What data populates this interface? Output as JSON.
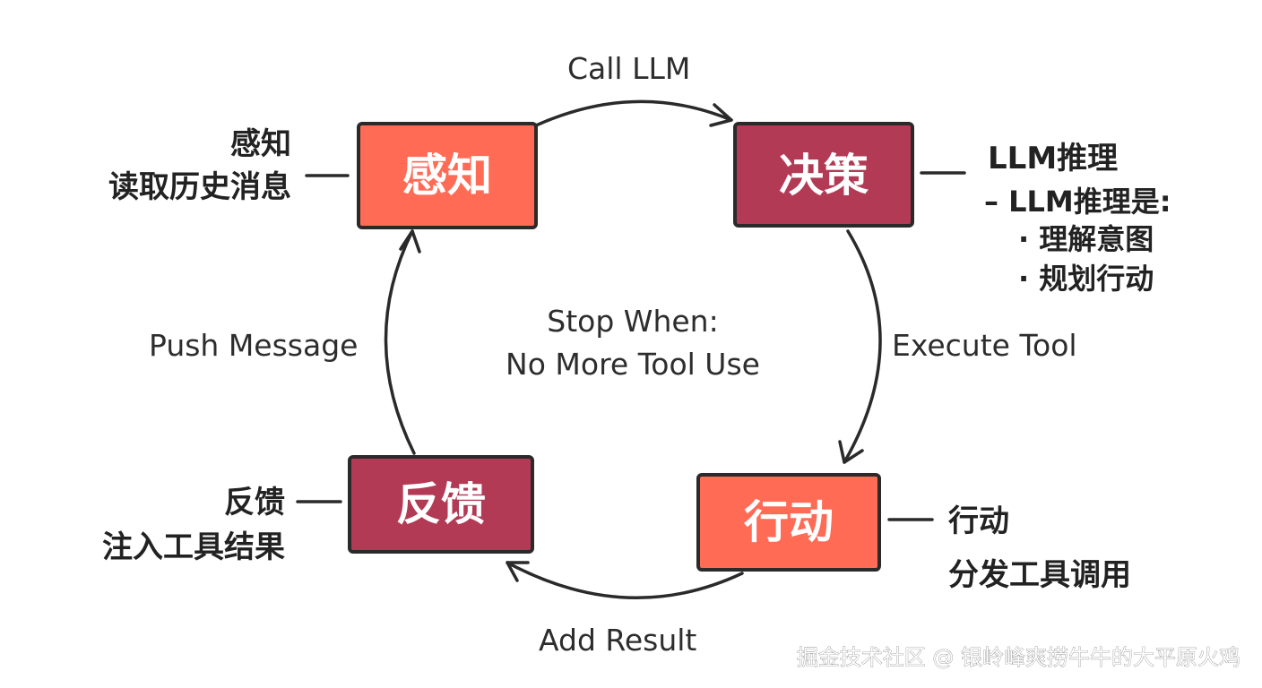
{
  "nodes": {
    "perceive": {
      "label": "感知",
      "color": "#ff6b55"
    },
    "decide": {
      "label": "决策",
      "color": "#b33a55"
    },
    "act": {
      "label": "行动",
      "color": "#ff6b55"
    },
    "feedback": {
      "label": "反馈",
      "color": "#b33a55"
    }
  },
  "edges": {
    "call_llm": "Call LLM",
    "execute_tool": "Execute Tool",
    "add_result": "Add Result",
    "push_message": "Push Message"
  },
  "center": {
    "line1": "Stop When:",
    "line2": "No More Tool Use"
  },
  "notes": {
    "perceive": {
      "line1": "感知",
      "line2": "读取历史消息"
    },
    "decide": {
      "title": "LLM推理",
      "subtitle": "– LLM推理是:",
      "bullets": [
        "· 理解意图",
        "· 规划行动"
      ]
    },
    "act": {
      "line1": "行动",
      "line2": "分发工具调用"
    },
    "feedback": {
      "line1": "反馈",
      "line2": "注入工具结果"
    }
  },
  "watermark": "掘金技术社区 @ 银岭峰爽捞牛牛的大平原火鸡"
}
